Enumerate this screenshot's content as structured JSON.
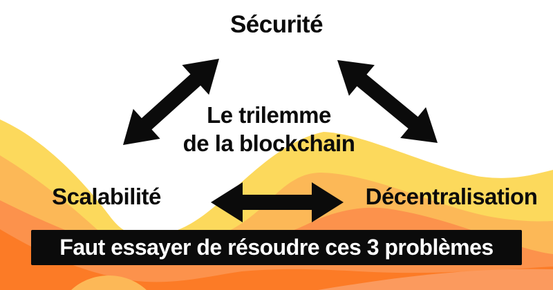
{
  "diagram": {
    "title": {
      "line1": "Le trilemme",
      "line2": "de la blockchain"
    },
    "nodes": {
      "top": "Sécurité",
      "bottom_left": "Scalabilité",
      "bottom_right": "Décentralisation"
    },
    "banner": {
      "text": "Faut essayer de résoudre ces 3 problèmes"
    },
    "arrows": [
      {
        "name": "security-scalability",
        "style": "double-headed"
      },
      {
        "name": "security-decentralisation",
        "style": "double-headed"
      },
      {
        "name": "scalability-decentralisation",
        "style": "double-headed"
      }
    ]
  },
  "colors": {
    "ink": "#0B0B0B",
    "background": "#FFFFFF",
    "banner_bg": "#0B0B0B",
    "banner_text": "#FFFFFF",
    "wave_yellow": "#FCD95C",
    "wave_light_orange": "#FCB857",
    "wave_mid_orange": "#FC924C",
    "wave_deep_orange": "#FC7B26",
    "wave_salmon": "#FB9A5E"
  }
}
